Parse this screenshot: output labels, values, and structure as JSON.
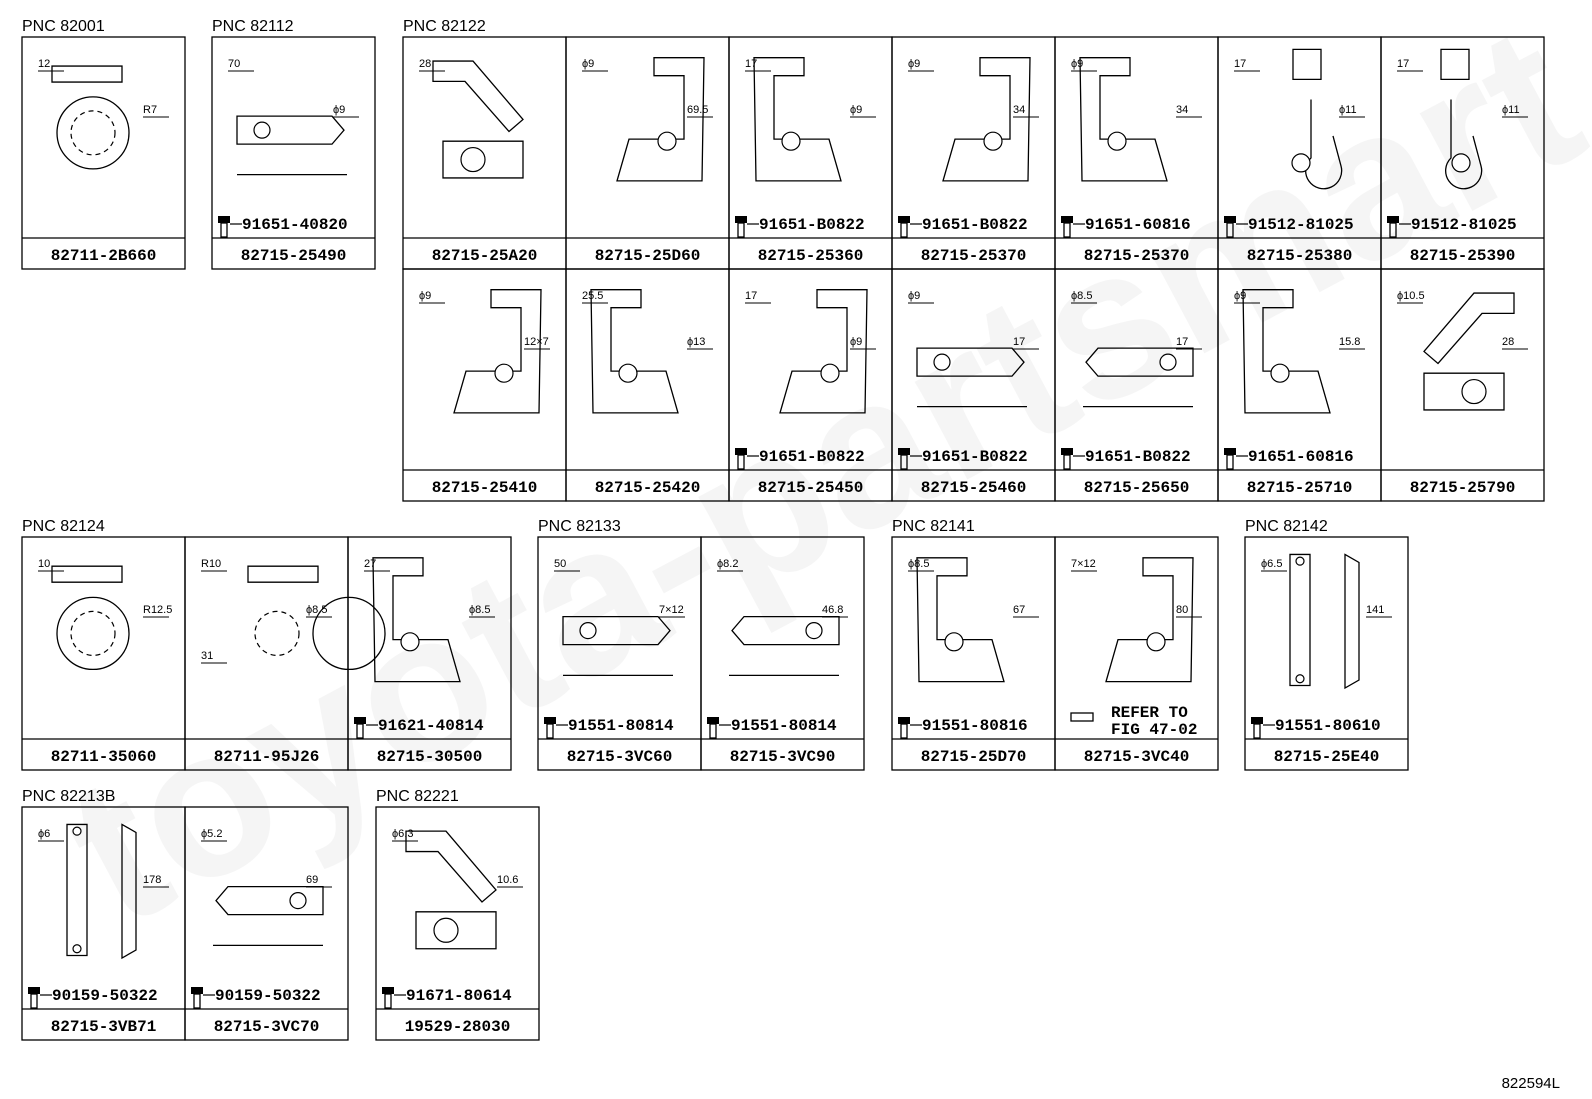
{
  "drawing_number": "822594L",
  "watermark": "toyota-partsmart",
  "groups": [
    {
      "pnc": "PNC 82001",
      "parts": [
        {
          "part_no": "82711-2B660",
          "bolt": "",
          "dims": [
            "12",
            "R7"
          ],
          "kind": "clamp"
        }
      ]
    },
    {
      "pnc": "PNC 82112",
      "parts": [
        {
          "part_no": "82715-25490",
          "bolt": "91651-40820",
          "dims": [
            "70",
            "ϕ9"
          ],
          "kind": "plate"
        }
      ]
    },
    {
      "pnc": "PNC 82122",
      "parts": [
        {
          "part_no": "82715-25A20",
          "bolt": "",
          "dims": [
            "28"
          ],
          "kind": "stay"
        },
        {
          "part_no": "82715-25D60",
          "bolt": "",
          "dims": [
            "ϕ9",
            "69.5"
          ],
          "kind": "bracket"
        },
        {
          "part_no": "82715-25360",
          "bolt": "91651-B0822",
          "dims": [
            "17",
            "ϕ9"
          ],
          "kind": "bracket"
        },
        {
          "part_no": "82715-25370",
          "bolt": "91651-B0822",
          "dims": [
            "ϕ9",
            "34"
          ],
          "kind": "bracket"
        },
        {
          "part_no": "82715-25370",
          "bolt": "91651-60816",
          "dims": [
            "ϕ9",
            "34"
          ],
          "kind": "bracket"
        },
        {
          "part_no": "82715-25380",
          "bolt": "91512-81025",
          "dims": [
            "17",
            "ϕ11"
          ],
          "kind": "clip"
        },
        {
          "part_no": "82715-25390",
          "bolt": "91512-81025",
          "dims": [
            "17",
            "ϕ11"
          ],
          "kind": "clip"
        },
        {
          "part_no": "82715-25410",
          "bolt": "",
          "dims": [
            "ϕ9",
            "12×7"
          ],
          "kind": "bracket"
        },
        {
          "part_no": "82715-25420",
          "bolt": "",
          "dims": [
            "25.5",
            "ϕ13"
          ],
          "kind": "bracket"
        },
        {
          "part_no": "82715-25450",
          "bolt": "91651-B0822",
          "dims": [
            "17",
            "ϕ9"
          ],
          "kind": "bracket"
        },
        {
          "part_no": "82715-25460",
          "bolt": "91651-B0822",
          "dims": [
            "ϕ9",
            "17"
          ],
          "kind": "plate"
        },
        {
          "part_no": "82715-25650",
          "bolt": "91651-B0822",
          "dims": [
            "ϕ8.5",
            "17"
          ],
          "kind": "plate"
        },
        {
          "part_no": "82715-25710",
          "bolt": "91651-60816",
          "dims": [
            "ϕ9",
            "15.8"
          ],
          "kind": "bracket"
        },
        {
          "part_no": "82715-25790",
          "bolt": "",
          "dims": [
            "ϕ10.5",
            "28"
          ],
          "kind": "stay"
        }
      ]
    },
    {
      "pnc": "PNC 82124",
      "parts": [
        {
          "part_no": "82711-35060",
          "bolt": "",
          "dims": [
            "10",
            "R12.5"
          ],
          "kind": "clamp"
        },
        {
          "part_no": "82711-95J26",
          "bolt": "",
          "dims": [
            "R10",
            "ϕ8.5",
            "31"
          ],
          "kind": "clamp"
        },
        {
          "part_no": "82715-30500",
          "bolt": "91621-40814",
          "dims": [
            "27",
            "ϕ8.5"
          ],
          "kind": "bracket"
        }
      ]
    },
    {
      "pnc": "PNC 82133",
      "parts": [
        {
          "part_no": "82715-3VC60",
          "bolt": "91551-80814",
          "dims": [
            "50",
            "7×12"
          ],
          "kind": "plate"
        },
        {
          "part_no": "82715-3VC90",
          "bolt": "91551-80814",
          "dims": [
            "ϕ8.2",
            "46.8"
          ],
          "kind": "plate"
        }
      ]
    },
    {
      "pnc": "PNC 82141",
      "parts": [
        {
          "part_no": "82715-25D70",
          "bolt": "91551-80816",
          "dims": [
            "ϕ8.5",
            "67"
          ],
          "kind": "bracket"
        },
        {
          "part_no": "82715-3VC40",
          "bolt": "",
          "dims": [
            "7×12",
            "80"
          ],
          "kind": "bracket",
          "note": [
            "REFER TO",
            "FIG 47-02"
          ]
        }
      ]
    },
    {
      "pnc": "PNC 82142",
      "parts": [
        {
          "part_no": "82715-25E40",
          "bolt": "91551-80610",
          "dims": [
            "ϕ6.5",
            "141"
          ],
          "kind": "strap"
        }
      ]
    },
    {
      "pnc": "PNC 82213B",
      "parts": [
        {
          "part_no": "82715-3VB71",
          "bolt": "90159-50322",
          "dims": [
            "ϕ6",
            "178"
          ],
          "kind": "strap"
        },
        {
          "part_no": "82715-3VC70",
          "bolt": "90159-50322",
          "dims": [
            "ϕ5.2",
            "69"
          ],
          "kind": "plate"
        }
      ]
    },
    {
      "pnc": "PNC 82221",
      "parts": [
        {
          "part_no": "19529-28030",
          "bolt": "91671-80614",
          "dims": [
            "ϕ6.3",
            "10.6"
          ],
          "kind": "stay"
        }
      ]
    }
  ]
}
